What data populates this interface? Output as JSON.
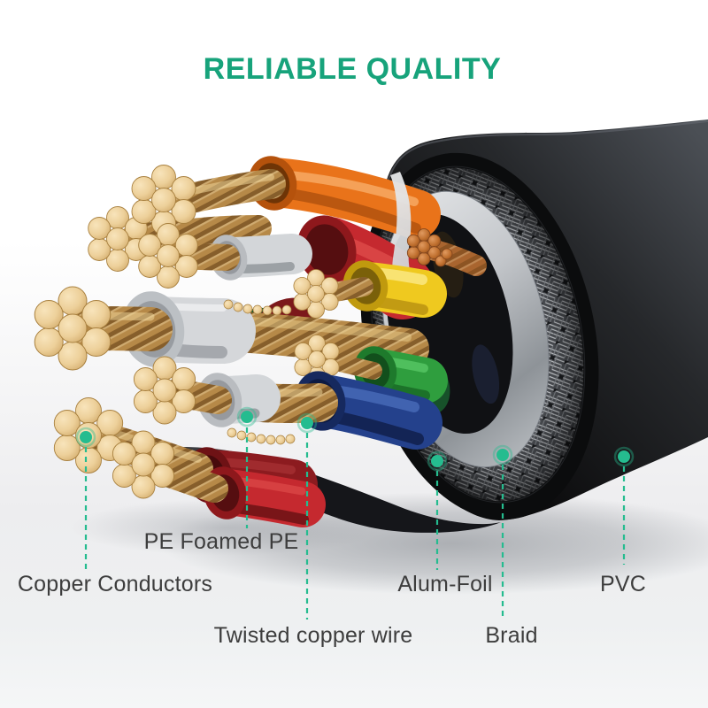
{
  "title": {
    "text": "RELIABLE QUALITY",
    "color": "#17A37B"
  },
  "accent_color": "#25BC8F",
  "label_color": "#3D3D3D",
  "background": {
    "top": "#FFFFFF",
    "bottom": "#F5F6F7"
  },
  "callouts": [
    {
      "id": "pe-foamed-pe",
      "label": "PE Foamed PE"
    },
    {
      "id": "copper-conductors",
      "label": "Copper Conductors"
    },
    {
      "id": "twisted-copper-wire",
      "label": "Twisted copper wire"
    },
    {
      "id": "alum-foil",
      "label": "Alum-Foil"
    },
    {
      "id": "braid",
      "label": "Braid"
    },
    {
      "id": "pvc",
      "label": "PVC"
    }
  ],
  "cable": {
    "colors": {
      "pvc_jacket": "#141517",
      "braid_mesh": "#9DA1A6",
      "alum_foil": "#C9CCD0",
      "pe_sleeve": "#D3D6D9",
      "copper_rope": "#B68948",
      "copper_strand": "#F0D5A2",
      "wire_orange": "#E9731A",
      "wire_red": "#C5292F",
      "wire_dark_red": "#8C1B1F",
      "wire_yellow": "#EFC91F",
      "wire_green": "#2F9E3E",
      "wire_blue": "#24418C"
    }
  }
}
